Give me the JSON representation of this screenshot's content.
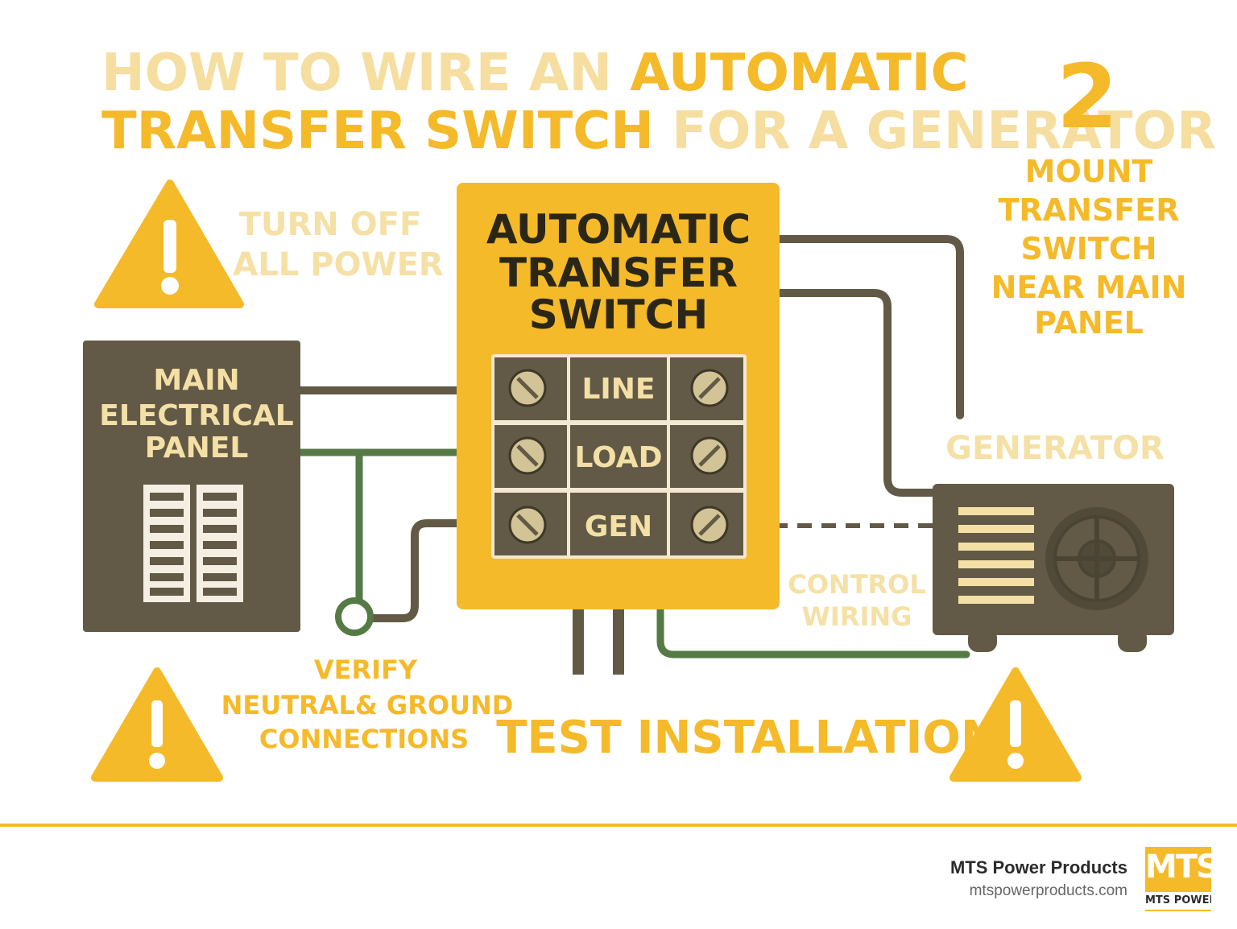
{
  "title": {
    "line1_part1": "HOW TO WIRE AN ",
    "line1_part2": "AUTOMATIC",
    "line2_part1": "TRANSFER SWITCH ",
    "line2_part2": "FOR A GENERATOR"
  },
  "step_number": "2",
  "mount_text": [
    "MOUNT",
    "TRANSFER",
    "SWITCH",
    "NEAR MAIN",
    "PANEL"
  ],
  "turn_off_text": [
    "TURN OFF",
    "ALL POWER"
  ],
  "ats_title": [
    "AUTOMATIC",
    "TRANSFER",
    "SWITCH"
  ],
  "terminals": [
    "LINE",
    "LOAD",
    "GEN"
  ],
  "main_panel_title": [
    "MAIN",
    "ELECTRICAL",
    "PANEL"
  ],
  "generator_label": "GENERATOR",
  "control_label": [
    "CONTROL",
    "WIRING"
  ],
  "verify_text": [
    "VERIFY",
    "NEUTRAL& GROUND",
    "CONNECTIONS"
  ],
  "test_label": "TEST INSTALLATION",
  "footer": {
    "company": "MTS Power Products",
    "url": "mtspowerproducts.com",
    "logo_top": "MTS",
    "logo_bottom": "MTS POWER PRODUCTS"
  },
  "colors": {
    "accent_yellow": "#f5ba2a",
    "cream": "#f4e0a6",
    "dark_olive": "#625a46",
    "ground_green": "#567a45"
  }
}
